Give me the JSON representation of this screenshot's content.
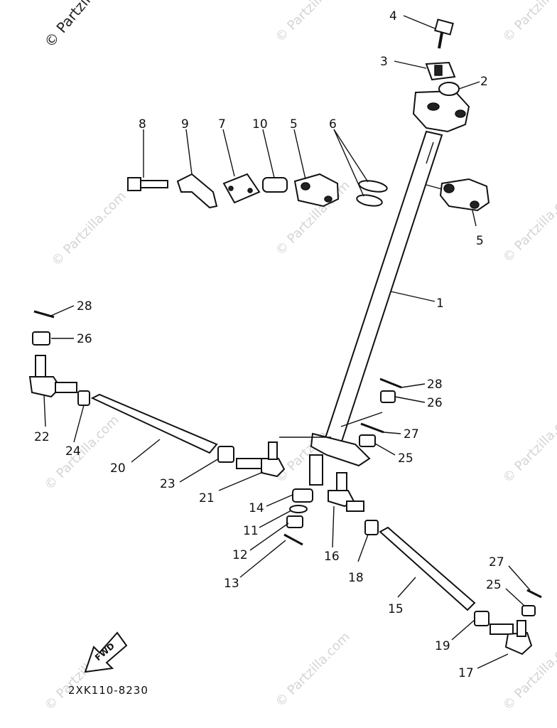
{
  "copyright": "© Partzilla",
  "watermark": "© Partzilla.com",
  "diagram_code": "2XK110-8230",
  "fwd_label": "FWD",
  "callouts": {
    "c1": "1",
    "c2": "2",
    "c3": "3",
    "c4": "4",
    "c5a": "5",
    "c5b": "5",
    "c6": "6",
    "c7": "7",
    "c8": "8",
    "c9": "9",
    "c10": "10",
    "c11": "11",
    "c12": "12",
    "c13": "13",
    "c14": "14",
    "c15": "15",
    "c16": "16",
    "c17": "17",
    "c18": "18",
    "c19": "19",
    "c20": "20",
    "c21": "21",
    "c22": "22",
    "c23": "23",
    "c24": "24",
    "c25a": "25",
    "c25b": "25",
    "c26a": "26",
    "c26b": "26",
    "c27a": "27",
    "c27b": "27",
    "c28a": "28",
    "c28b": "28"
  }
}
